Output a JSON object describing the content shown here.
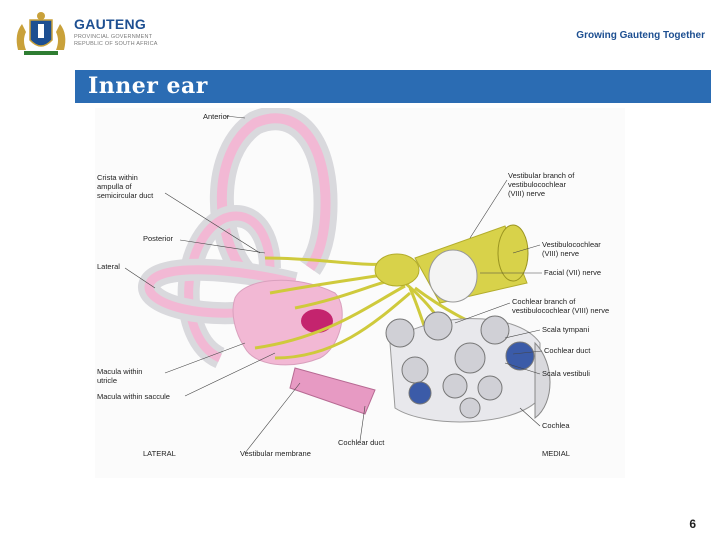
{
  "header": {
    "brand": "GAUTENG",
    "brand_sub1": "PROVINCIAL GOVERNMENT",
    "brand_sub2": "REPUBLIC OF SOUTH AFRICA",
    "tagline": "Growing Gauteng Together"
  },
  "slide": {
    "title": "Inner ear",
    "page_number": "6"
  },
  "diagram": {
    "labels": {
      "anterior": "Anterior",
      "crista_1": "Crista within",
      "crista_2": "ampulla of",
      "crista_3": "semicircular duct",
      "posterior": "Posterior",
      "lateral": "Lateral",
      "macula_utricle_1": "Macula within",
      "macula_utricle_2": "utricle",
      "macula_saccule": "Macula within saccule",
      "lateral_bottom": "LATERAL",
      "vestibular_membrane": "Vestibular membrane",
      "cochlear_duct_bottom": "Cochlear duct",
      "medial": "MEDIAL",
      "vestibular_branch_1": "Vestibular branch of",
      "vestibular_branch_2": "vestibulocochlear",
      "vestibular_branch_3": "(VIII) nerve",
      "vestibulocochlear_1": "Vestibulocochlear",
      "vestibulocochlear_2": "(VIII) nerve",
      "facial": "Facial (VII) nerve",
      "cochlear_branch_1": "Cochlear branch of",
      "cochlear_branch_2": "vestibulocochlear (VIII) nerve",
      "scala_tympani": "Scala tympani",
      "cochlear_duct": "Cochlear duct",
      "scala_vestibuli": "Scala vestibuli",
      "cochlea": "Cochlea"
    }
  },
  "colors": {
    "title_bar": "#2b6cb3",
    "brand_blue": "#1d4f91",
    "membrane_pink": "#f2b8d4",
    "nerve_yellow": "#d8d24a",
    "bone_gray": "#c9c9cf"
  }
}
